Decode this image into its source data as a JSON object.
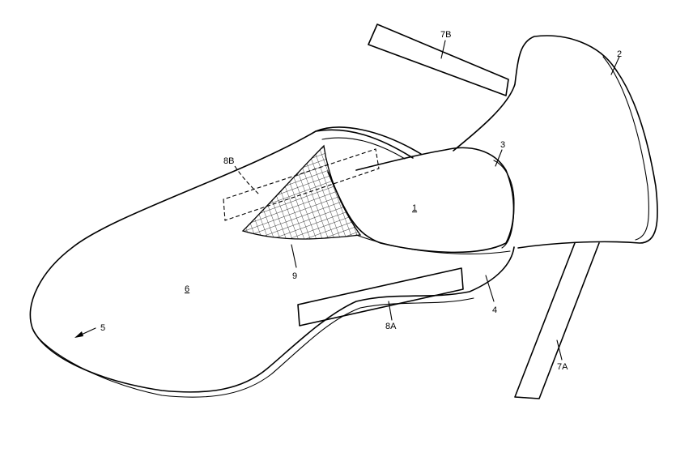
{
  "labels": {
    "insole": "1",
    "upper_rear": "2",
    "heel_cup_edge": "3",
    "insole_edge": "4",
    "shoe_overall": "5",
    "sole": "6",
    "strap_front": "7A",
    "strap_rear": "7B",
    "pad_lower": "8A",
    "pad_upper": "8B",
    "mesh": "9"
  },
  "colors": {
    "line": "#000000",
    "background": "#ffffff"
  }
}
